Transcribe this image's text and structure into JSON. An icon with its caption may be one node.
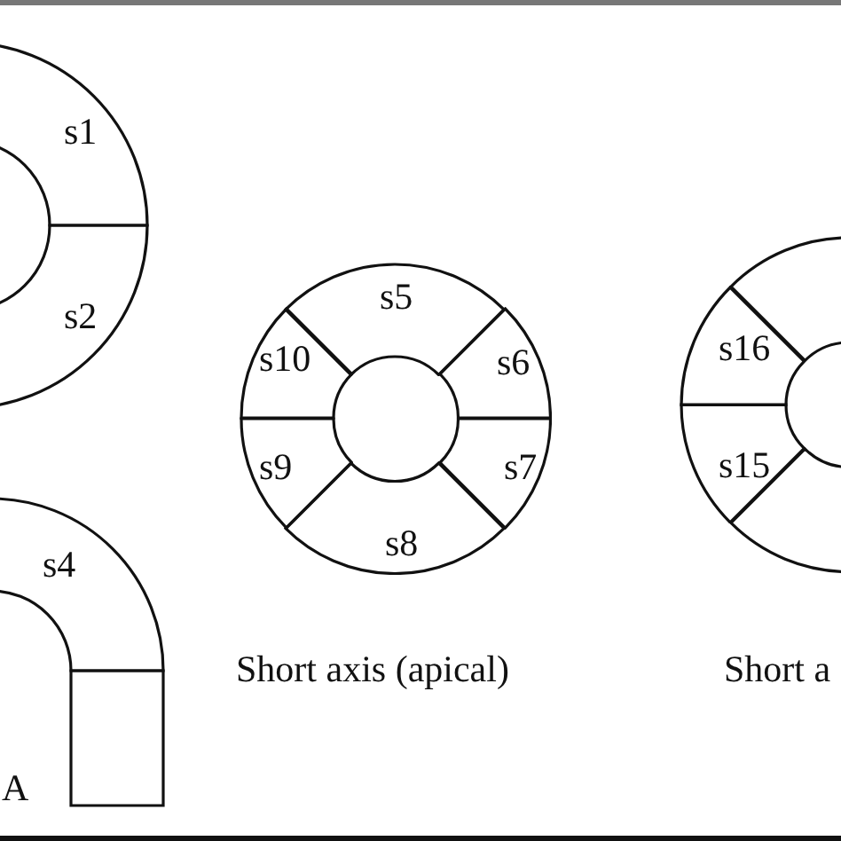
{
  "diagram": {
    "nodes": [
      {
        "text": [
          "s1"
        ]
      },
      {
        "text": [
          "s5"
        ]
      },
      {
        "text": [],
        "shape": "arc"
      },
      {
        "text": [
          "s10"
        ]
      },
      {
        "text": [
          "s6"
        ]
      },
      {
        "text": [
          "s16"
        ]
      },
      {
        "text": [
          "s2"
        ]
      },
      {
        "text": [
          "s9"
        ]
      },
      {
        "text": [
          "s7"
        ]
      },
      {
        "text": [
          "s15"
        ]
      },
      {
        "text": [
          "s8"
        ]
      },
      {
        "text": [],
        "shape": "arc"
      },
      {
        "text": [
          "s4"
        ]
      },
      {
        "text": [],
        "shape": "box"
      }
    ],
    "labels": [
      "Short axis (apical)",
      "Short a",
      "A"
    ]
  }
}
